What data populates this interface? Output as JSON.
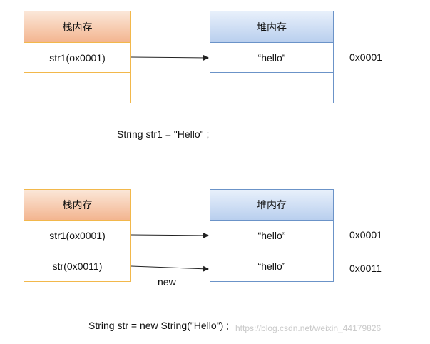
{
  "diagram1": {
    "stack_title": "栈内存",
    "heap_title": "堆内存",
    "stack_rows": [
      "str1(ox0001)",
      ""
    ],
    "heap_rows": [
      "“hello”",
      ""
    ],
    "addresses": [
      "0x0001"
    ],
    "caption": "String str1 = \"Hello\" ;"
  },
  "diagram2": {
    "stack_title": "栈内存",
    "heap_title": "堆内存",
    "stack_rows": [
      "str1(ox0001)",
      "str(0x0011)"
    ],
    "heap_rows": [
      "“hello”",
      "“hello”"
    ],
    "addresses": [
      "0x0001",
      "0x0011"
    ],
    "arrow_label": "new",
    "caption": "String str = new String(\"Hello\") ;"
  },
  "watermark": "https://blog.csdn.net/weixin_44179826",
  "colors": {
    "stack_border": "#f2b84b",
    "heap_border": "#6b93c8",
    "arrow": "#222222"
  }
}
